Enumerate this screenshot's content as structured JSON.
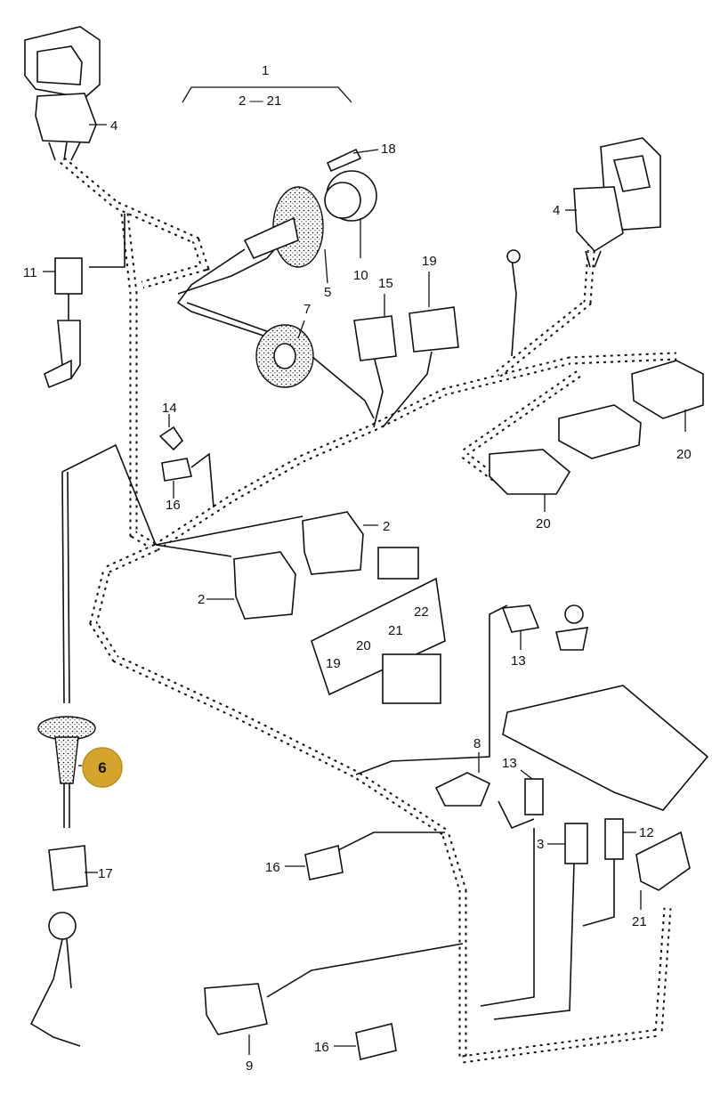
{
  "diagram": {
    "group_label": {
      "number": "1",
      "range": "2 — 21"
    },
    "highlight_callout": {
      "number": "6",
      "color": "#d4a52a"
    },
    "callouts": [
      {
        "id": "c4a",
        "text": "4"
      },
      {
        "id": "c18",
        "text": "18"
      },
      {
        "id": "c11",
        "text": "11"
      },
      {
        "id": "c10",
        "text": "10"
      },
      {
        "id": "c5",
        "text": "5"
      },
      {
        "id": "c15",
        "text": "15"
      },
      {
        "id": "c19",
        "text": "19"
      },
      {
        "id": "c4b",
        "text": "4"
      },
      {
        "id": "c7",
        "text": "7"
      },
      {
        "id": "c14",
        "text": "14"
      },
      {
        "id": "c16a",
        "text": "16"
      },
      {
        "id": "c20a",
        "text": "20"
      },
      {
        "id": "c20b",
        "text": "20"
      },
      {
        "id": "c2a",
        "text": "2"
      },
      {
        "id": "c2b",
        "text": "2"
      },
      {
        "id": "c13a",
        "text": "13"
      },
      {
        "id": "c8",
        "text": "8"
      },
      {
        "id": "c13b",
        "text": "13"
      },
      {
        "id": "c3",
        "text": "3"
      },
      {
        "id": "c12",
        "text": "12"
      },
      {
        "id": "c16b",
        "text": "16"
      },
      {
        "id": "c17",
        "text": "17"
      },
      {
        "id": "c21",
        "text": "21"
      },
      {
        "id": "c9",
        "text": "9"
      },
      {
        "id": "c16c",
        "text": "16"
      }
    ],
    "relay_panel_labels": {
      "r19": "19",
      "r20": "20",
      "r21": "21",
      "r22": "22"
    }
  }
}
